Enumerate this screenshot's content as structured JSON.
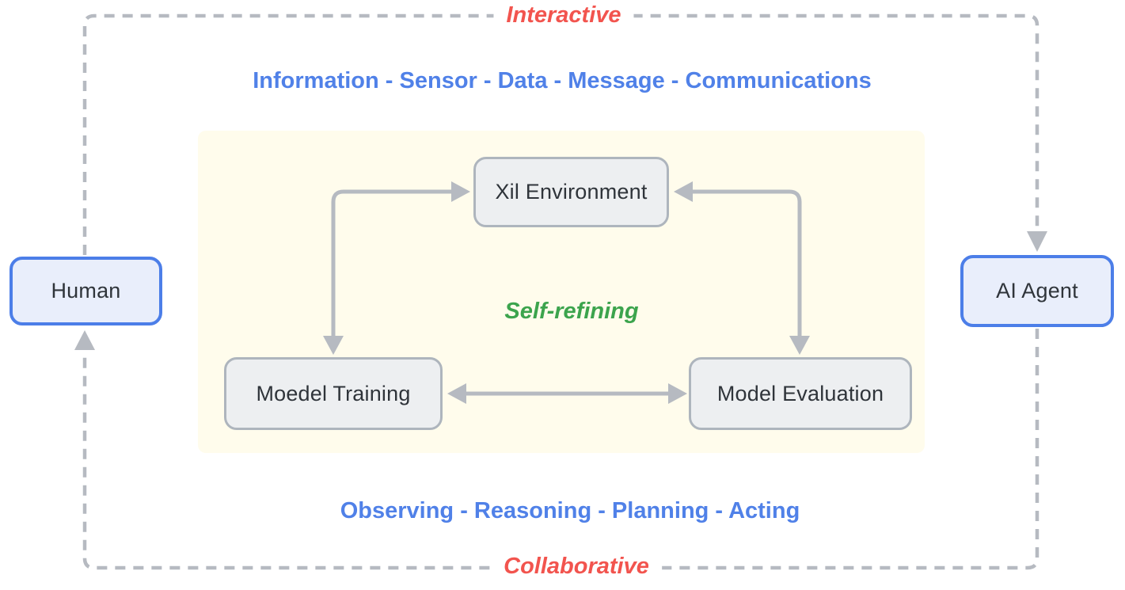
{
  "loop": {
    "top_label": "Interactive",
    "bottom_label": "Collaborative"
  },
  "captions": {
    "top": "Information - Sensor - Data - Message - Communications",
    "bottom": "Observing - Reasoning - Planning - Acting",
    "center": "Self-refining"
  },
  "nodes": {
    "human": {
      "label": "Human"
    },
    "ai_agent": {
      "label": "AI Agent"
    },
    "xil_environment": {
      "label": "Xil Environment"
    },
    "model_training": {
      "label": "Moedel Training"
    },
    "model_evaluation": {
      "label": "Model Evaluation"
    }
  },
  "edges": {
    "human_ai_loop": "dashed bidirectional loop between Human and AI Agent",
    "xil_to_training": "Xil Environment <-> Moedel Training",
    "xil_to_evaluation": "Xil Environment <-> Model Evaluation",
    "training_to_evaluation": "Moedel Training <-> Model Evaluation"
  },
  "colors": {
    "accent_blue_border": "#4C7EE8",
    "blue_node_fill": "#E9EEFB",
    "caption_blue": "#5081E8",
    "label_red": "#F2544E",
    "label_green": "#3CA44D",
    "arrow_gray": "#B6BAC1",
    "gray_node_border": "#AEB5BD",
    "gray_node_fill": "#EDEFF1",
    "panel_yellow": "#FFFCEC",
    "node_text": "#2F343A"
  }
}
